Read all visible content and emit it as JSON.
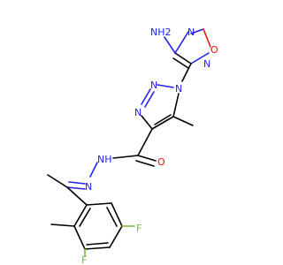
{
  "colors": {
    "carbon": "#000000",
    "nitrogen": "#2222ee",
    "oxygen": "#ee1111",
    "fluorine": "#77bb33",
    "background": "#ffffff"
  },
  "labels": {
    "amino": "NH2",
    "furazan_n_top": "N",
    "furazan_o": "O",
    "furazan_n_bottom": "N",
    "triazole_n1": "N",
    "triazole_n2": "N",
    "triazole_n3": "N",
    "amide_o": "O",
    "hydrazide_nh": "NH",
    "hydrazone_n": "N",
    "fluoro_1": "F",
    "fluoro_2": "F"
  }
}
